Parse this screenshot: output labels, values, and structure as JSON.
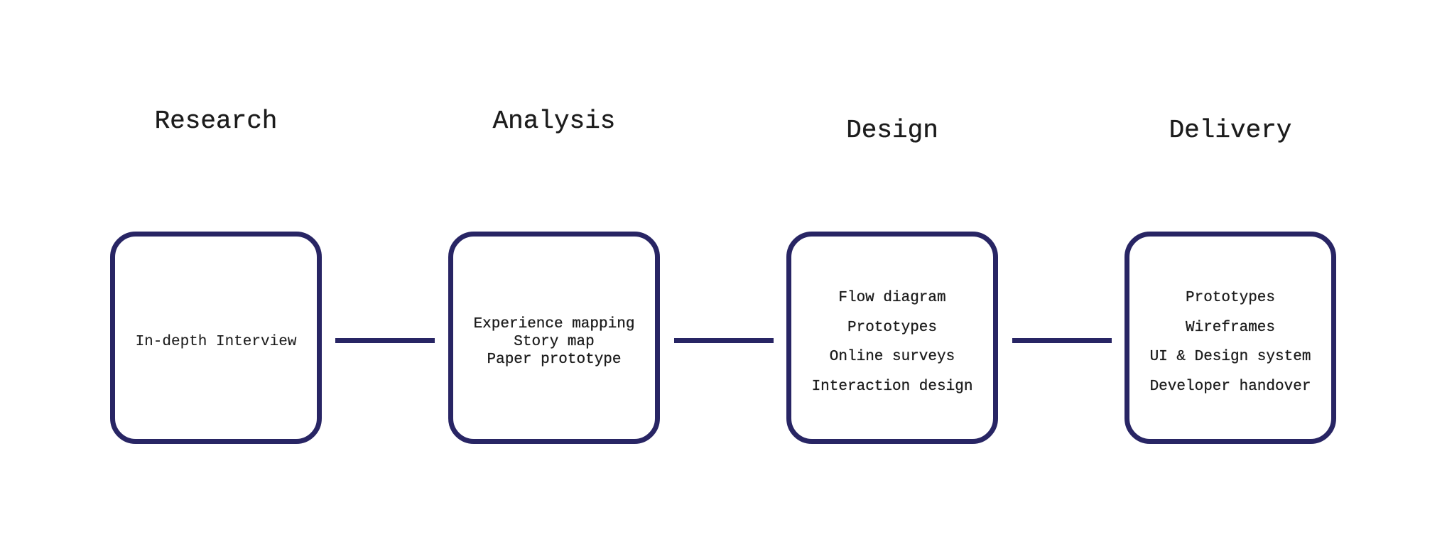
{
  "diagram": {
    "type": "process-flow",
    "accent_color": "#282564",
    "text_color": "#1c1c1c",
    "background_color": "#ffffff",
    "stages": [
      {
        "title": "Research",
        "items": [
          "In-depth Interview"
        ]
      },
      {
        "title": "Analysis",
        "items": [
          "Experience mapping",
          "Story map",
          "Paper prototype"
        ]
      },
      {
        "title": "Design",
        "items": [
          "Flow diagram",
          "Prototypes",
          "Online surveys",
          "Interaction design"
        ]
      },
      {
        "title": "Delivery",
        "items": [
          "Prototypes",
          "Wireframes",
          "UI & Design system",
          "Developer handover"
        ]
      }
    ],
    "connections": [
      {
        "from": "Research",
        "to": "Analysis"
      },
      {
        "from": "Analysis",
        "to": "Design"
      },
      {
        "from": "Design",
        "to": "Delivery"
      }
    ]
  }
}
